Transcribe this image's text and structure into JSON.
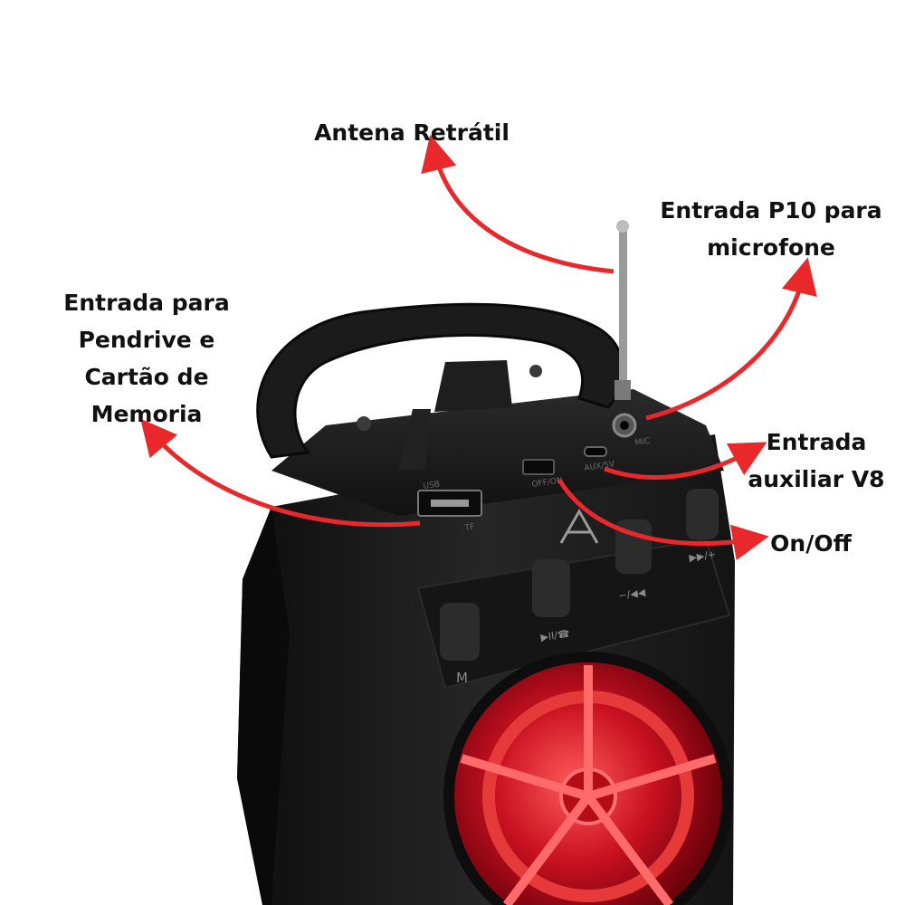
{
  "callouts": {
    "antena": {
      "lines": [
        "Antena Retrátil"
      ]
    },
    "mic": {
      "lines": [
        "Entrada P10 para",
        "microfone"
      ]
    },
    "pendrive": {
      "lines": [
        "Entrada para",
        "Pendrive e",
        "Cartão de",
        "Memoria"
      ]
    },
    "aux": {
      "lines": [
        "Entrada",
        "auxiliar V8"
      ]
    },
    "onoff": {
      "lines": [
        "On/Off"
      ]
    }
  },
  "speaker": {
    "port_labels": {
      "usb": "USB",
      "tf": "TF",
      "switch": "OFF/ON",
      "aux": "AUX/5V",
      "mic": "MIC"
    },
    "button_labels": {
      "mode": "M",
      "play": "▶II/☎",
      "prev": "−/◀◀",
      "next": "▶▶/+"
    }
  },
  "colors": {
    "arrow": "#e8282a",
    "body": "#1a1a1a",
    "grille": "#c0101c",
    "text": "#111111"
  },
  "icons": [
    "speaker-logo-icon"
  ]
}
